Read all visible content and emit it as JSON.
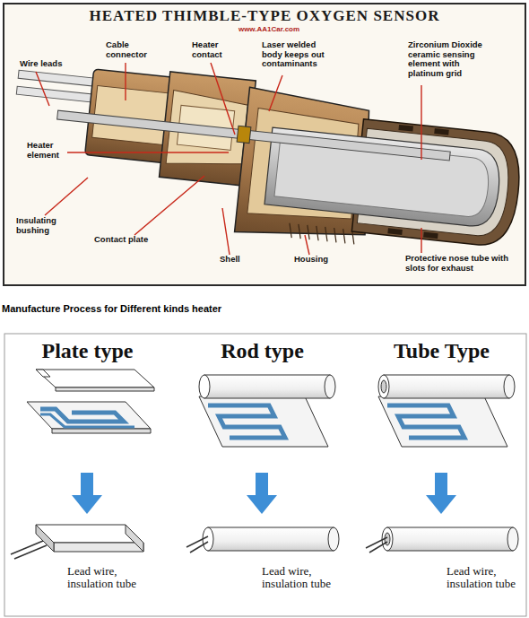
{
  "diagram": {
    "title": "HEATED THIMBLE-TYPE OXYGEN SENSOR",
    "labels": [
      "www.AA1Car.com",
      "Wire leads",
      "Cable connector",
      "Heater contact",
      "Laser welded body keeps out contaminants",
      "Zirconium Dioxide ceramic sensing element with platinum grid",
      "Heater element",
      "Insulating bushing",
      "Contact plate",
      "Shell",
      "Housing",
      "Protective nose tube with slots for exhaust",
      "Manufacture Process for Different kinds heater",
      "Plate type",
      "Rod type",
      "Tube Type",
      "Lead wire, insulation tube",
      "Lead wire, insulation tube",
      "Lead wire, insulation tube"
    ]
  }
}
